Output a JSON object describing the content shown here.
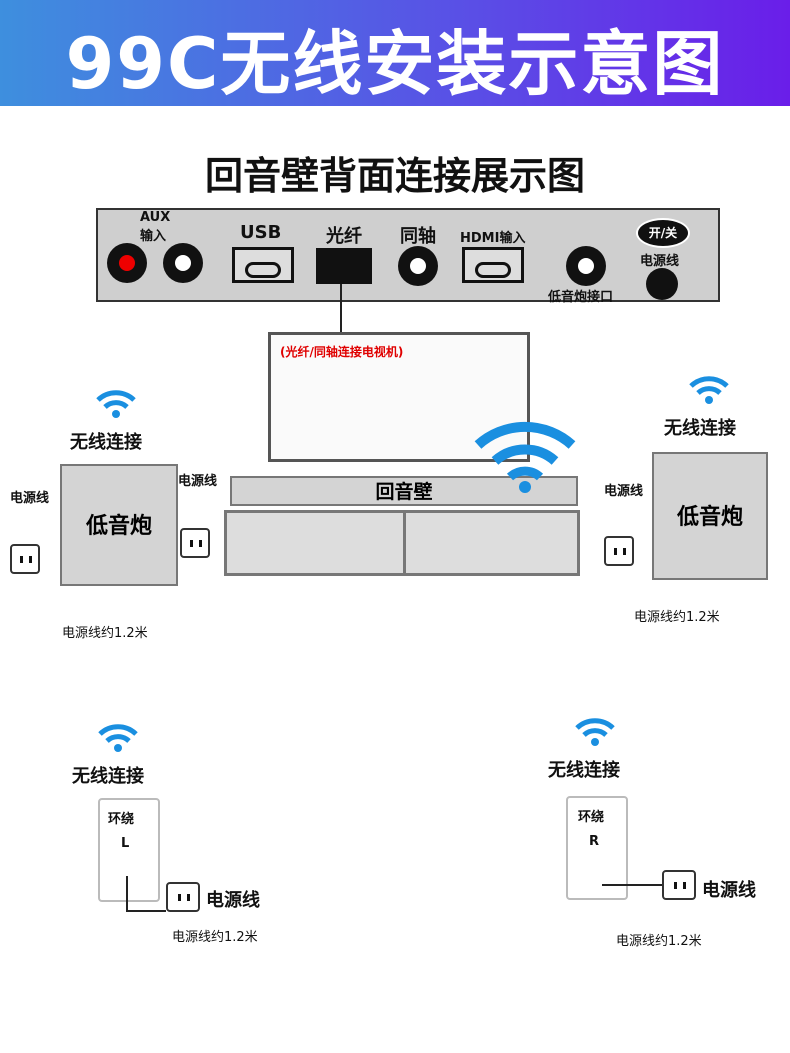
{
  "header": {
    "title": "99C无线安装示意图"
  },
  "subtitle": "回音壁背面连接展示图",
  "panel": {
    "aux": "AUX",
    "aux_input": "输入",
    "usb": "USB",
    "optical": "光纤",
    "coaxial": "同轴",
    "hdmi": "HDMI输入",
    "sub_port": "低音炮接口",
    "power_switch": "开/关",
    "power_cord": "电源线"
  },
  "tv_note": "(光纤/同轴连接电视机)",
  "soundbar": "回音壁",
  "wireless": "无线连接",
  "power_cord": "电源线",
  "subwoofer": "低音炮",
  "cord_length": "电源线约1.2米",
  "surround": "环绕",
  "left": "L",
  "right": "R",
  "colors": {
    "header_start": "#3e8fde",
    "header_end": "#6a1ee9",
    "wifi": "#1a8fe0",
    "note": "#e00000"
  }
}
